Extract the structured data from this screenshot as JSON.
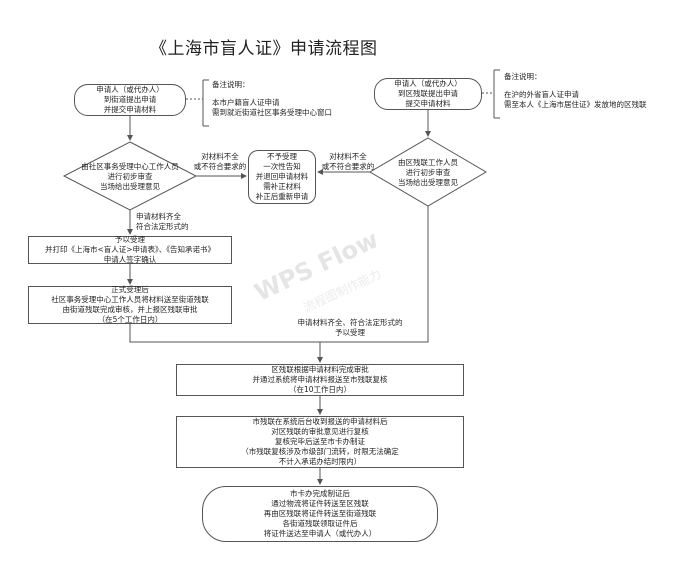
{
  "title": "《上海市盲人证》申请流程图",
  "watermark": {
    "brand": "WPS Flow",
    "tagline": "流程图制作能力"
  },
  "nodes": {
    "start_left": [
      "申请人（或代办人）",
      "到街道提出申请",
      "并提交申请材料"
    ],
    "start_right": [
      "申请人（或代办人）",
      "到区残联提出申请",
      "提交申请材料"
    ],
    "diamond_left": [
      "由社区事务受理中心工作人员",
      "进行初步审查",
      "当场给出受理意见"
    ],
    "diamond_right": [
      "由区残联工作人员",
      "进行初步审查",
      "当场给出受理意见"
    ],
    "reject_box": [
      "不予受理",
      "一次性告知",
      "并退回申请材料",
      "需补正材料",
      "补正后重新申请"
    ],
    "accept_box": [
      "予以受理",
      "并打印《上海市<盲人证>申请表》、《告知承诺书》",
      "申请人签字确认"
    ],
    "formal_box": [
      "正式受理后",
      "社区事务受理中心工作人员将材料送至街道残联",
      "由街道残联完成审核，并上报区残联审批",
      "（在5个工作日内）"
    ],
    "district_box": [
      "区残联根据申请材料完成审批",
      "并通过系统将申请材料报送至市残联复核",
      "（在10工作日内）"
    ],
    "city_box": [
      "市残联在系统后台收到报送的申请材料后",
      "对区残联的审批意见进行复核",
      "复核完毕后送至市卡办制证",
      "（市残联复核涉及市级部门流转，时限无法确定",
      "不计入承诺办结时限内）"
    ],
    "end_box": [
      "市卡办完成制证后",
      "通过物流将证件转送至区残联",
      "再由区残联将证件转送至街道残联",
      "各街道残联领取证件后",
      "将证件送达至申请人（或代办人）"
    ]
  },
  "labels": {
    "left_reject": [
      "对材料不全",
      "或不符合要求的"
    ],
    "right_reject": [
      "对材料不全",
      "或不符合要求的"
    ],
    "left_accept": [
      "申请材料齐全",
      "符合法定形式的"
    ],
    "right_accept": [
      "申请材料齐全、符合法定形式的",
      "予以受理"
    ]
  },
  "notes": {
    "left": {
      "heading": "备注说明：",
      "lines": [
        "本市户籍盲人证申请",
        "需到就近街道社区事务受理中心窗口"
      ]
    },
    "right": {
      "heading": "备注说明：",
      "lines": [
        "在沪的外省盲人证申请",
        "需至本人《上海市居住证》发放地的区残联"
      ]
    }
  },
  "colors": {
    "stroke": "#555555",
    "text": "#222222",
    "watermark": "#e5e5e5"
  }
}
